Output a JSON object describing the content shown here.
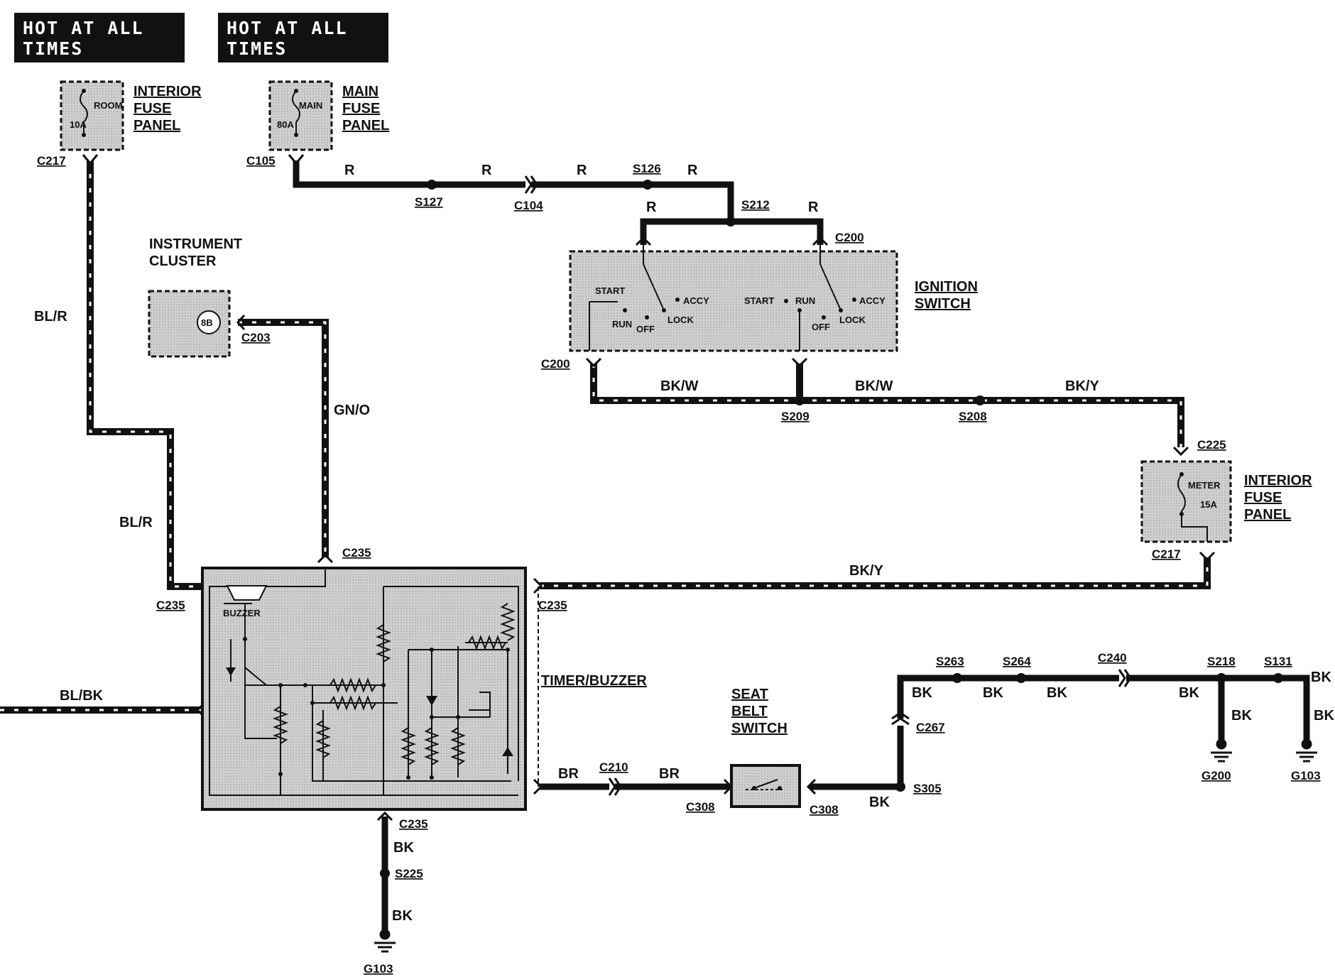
{
  "hot_boxes": [
    "HOT AT ALL TIMES",
    "HOT AT ALL TIMES"
  ],
  "hot_lines": [
    [
      "HOT AT ALL",
      "TIMES"
    ],
    [
      "HOT AT ALL",
      "TIMES"
    ]
  ],
  "components": {
    "interior_fuse_panel_top": {
      "title": [
        "INTERIOR",
        "FUSE",
        "PANEL"
      ],
      "fuse_name": "ROOM",
      "fuse_rating": "10A"
    },
    "main_fuse_panel": {
      "title": [
        "MAIN",
        "FUSE",
        "PANEL"
      ],
      "fuse_name": "MAIN",
      "fuse_rating": "80A"
    },
    "instrument_cluster": {
      "title": [
        "INSTRUMENT",
        "CLUSTER"
      ],
      "pin": "8B"
    },
    "ignition_switch": {
      "title": [
        "IGNITION",
        "SWITCH"
      ],
      "positions": [
        "START",
        "RUN",
        "OFF",
        "LOCK",
        "ACCY"
      ]
    },
    "interior_fuse_panel_right": {
      "title": [
        "INTERIOR",
        "FUSE",
        "PANEL"
      ],
      "fuse_name": "METER",
      "fuse_rating": "15A"
    },
    "timer_buzzer": {
      "title": "TIMER/BUZZER",
      "inner_label": "BUZZER"
    },
    "seat_belt_switch": {
      "title": [
        "SEAT",
        "BELT",
        "SWITCH"
      ]
    }
  },
  "connectors": [
    "C217",
    "C105",
    "S127",
    "C104",
    "S126",
    "S212",
    "C200",
    "C203",
    "C200",
    "S209",
    "S208",
    "C225",
    "C217",
    "C235",
    "C235",
    "C235",
    "C235",
    "S263",
    "S264",
    "C240",
    "S218",
    "S131",
    "C267",
    "C210",
    "C308",
    "C308",
    "S305",
    "S225",
    "G200",
    "G103",
    "G103"
  ],
  "wire_colors": [
    "R",
    "R",
    "R",
    "R",
    "R",
    "R",
    "BL/R",
    "BL/R",
    "GN/O",
    "BK/W",
    "BK/W",
    "BK/Y",
    "BK/Y",
    "BL/BK",
    "BR",
    "BR",
    "BK",
    "BK",
    "BK",
    "BK",
    "BK",
    "BK",
    "BK",
    "BK",
    "BK",
    "BK"
  ]
}
